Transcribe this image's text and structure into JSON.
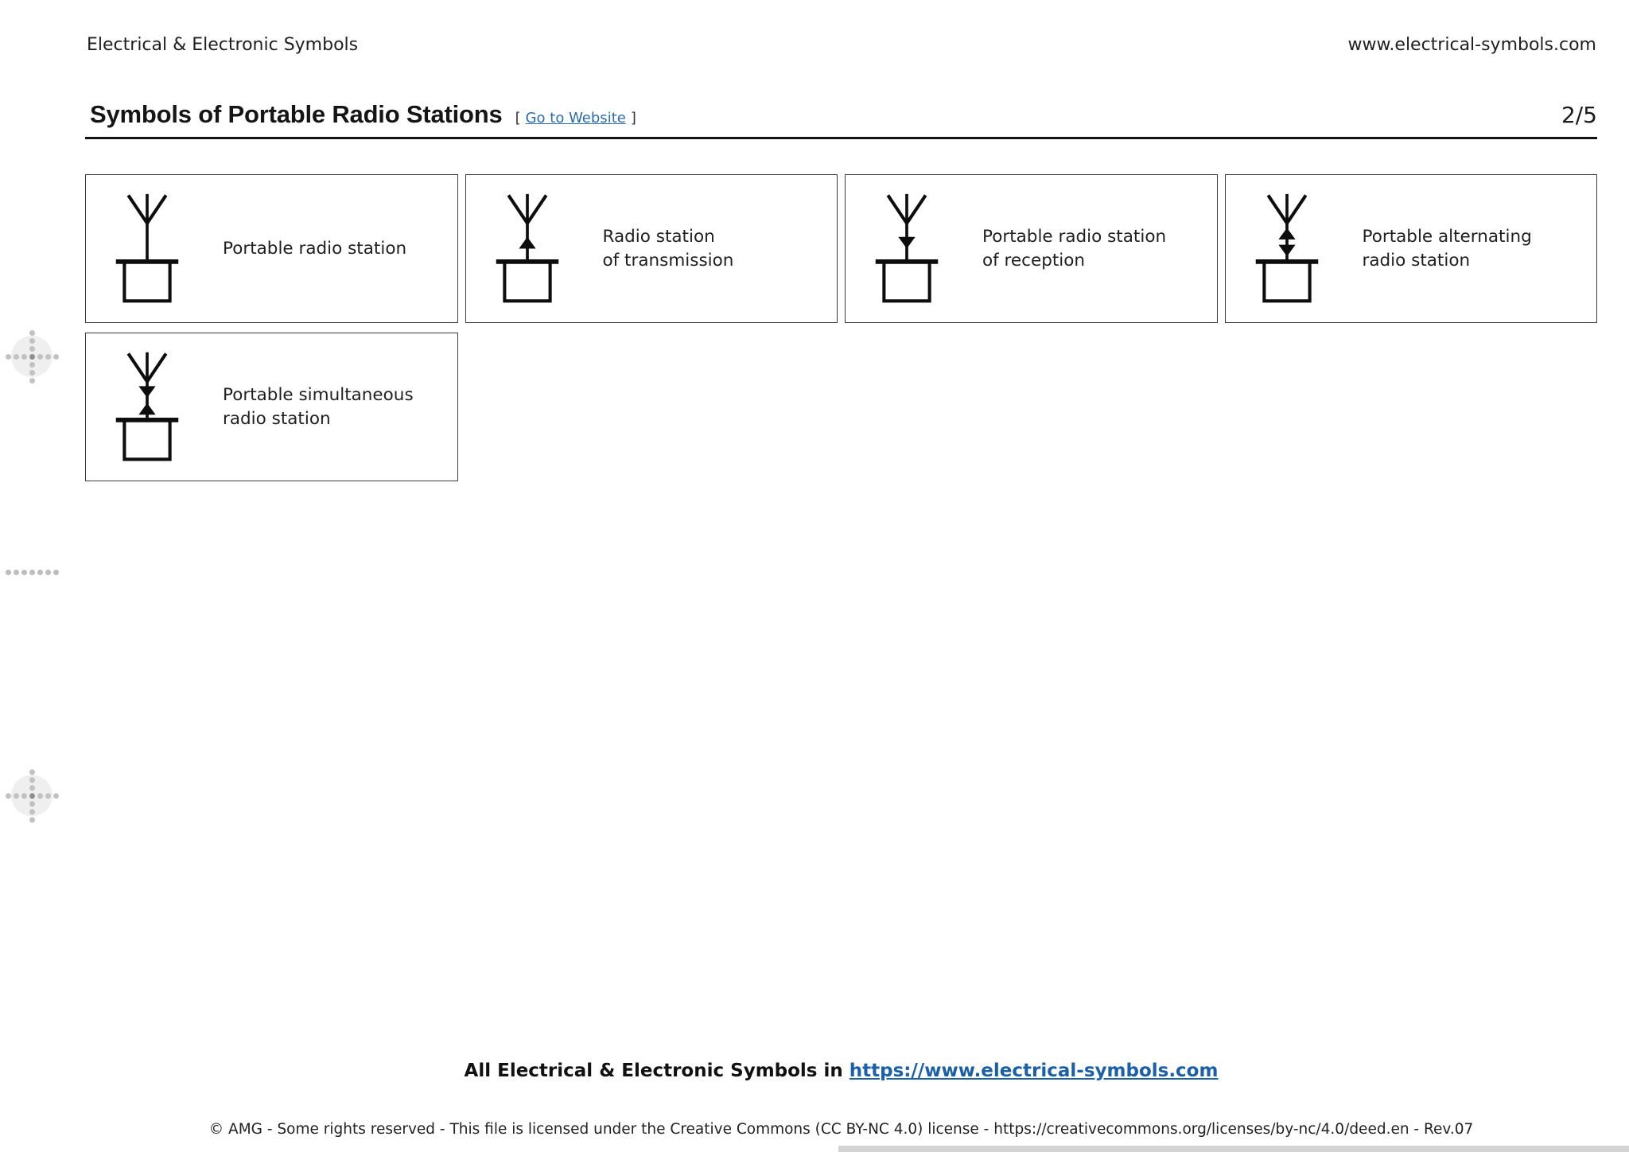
{
  "header": {
    "site_name": "Electrical & Electronic Symbols",
    "site_url": "www.electrical-symbols.com"
  },
  "title_block": {
    "title": "Symbols of Portable Radio Stations",
    "bracket_open": "[",
    "goto_link_label": "Go to Website",
    "bracket_close": "]",
    "page_indicator": "2/5"
  },
  "symbols": [
    {
      "label": "Portable radio station",
      "variant": "plain",
      "arrows": []
    },
    {
      "label": "Radio station\nof transmission",
      "variant": "transmission",
      "arrows": [
        "up"
      ]
    },
    {
      "label": "Portable radio station\nof reception",
      "variant": "reception",
      "arrows": [
        "down"
      ]
    },
    {
      "label": "Portable alternating\nradio station",
      "variant": "alternating",
      "arrows": [
        "up",
        "down"
      ]
    },
    {
      "label": "Portable simultaneous\nradio station",
      "variant": "simultaneous",
      "arrows": [
        "down",
        "up"
      ]
    }
  ],
  "footer": {
    "bold_prefix": "All Electrical & Electronic Symbols in ",
    "bold_link": "https://www.electrical-symbols.com",
    "copyright": "© AMG - Some rights reserved - This file is licensed under the Creative Commons (CC BY-NC 4.0) license - https://creativecommons.org/licenses/by-nc/4.0/deed.en - Rev.07"
  },
  "colors": {
    "link_blue": "#2b6cb0",
    "footer_link_blue": "#1a5fa8",
    "ink": "#1d1d1d",
    "border": "#3d3d3d"
  }
}
